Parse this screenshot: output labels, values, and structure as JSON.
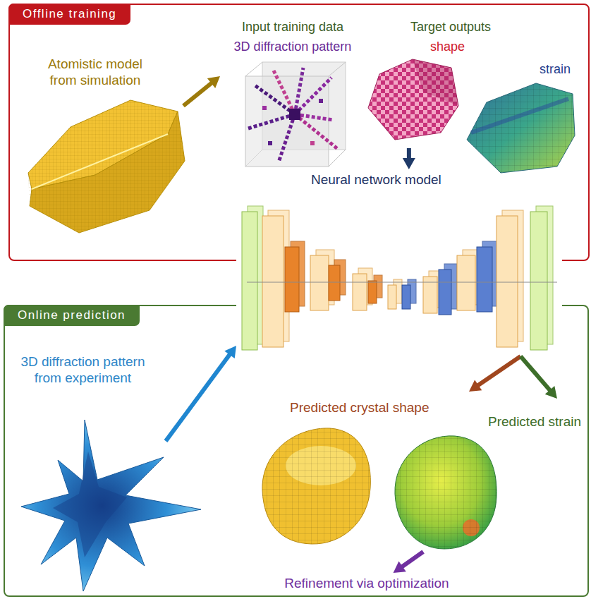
{
  "diagram": {
    "nodes": [
      {
        "text": [
          "Offline training"
        ]
      },
      {
        "text": [
          "Atomistic model from simulation"
        ],
        "in": 0
      },
      {
        "text": [
          "Input training data",
          "3D diffraction pattern"
        ],
        "in": 0
      },
      {
        "text": [
          "Target outputs",
          "shape",
          "strain"
        ],
        "in": 0
      },
      {
        "text": [
          "Neural network model"
        ]
      },
      {
        "text": [
          "Online prediction"
        ]
      },
      {
        "text": [
          "3D diffraction pattern from experiment"
        ],
        "in": 5
      },
      {
        "text": [
          "Predicted crystal shape"
        ],
        "in": 5
      },
      {
        "text": [
          "Predicted strain"
        ],
        "in": 5
      },
      {
        "text": [
          "Refinement via optimization"
        ],
        "in": 5
      }
    ],
    "edges": [
      {
        "from": 1,
        "to": 2,
        "arrow": "to"
      },
      {
        "from": 3,
        "to": 4,
        "arrow": "to"
      },
      {
        "from": 6,
        "to": 4,
        "arrow": "to"
      },
      {
        "from": 4,
        "to": 7,
        "arrow": "to"
      },
      {
        "from": 4,
        "to": 8,
        "arrow": "to"
      },
      {
        "from": 8,
        "to": 9,
        "arrow": "to"
      }
    ]
  }
}
